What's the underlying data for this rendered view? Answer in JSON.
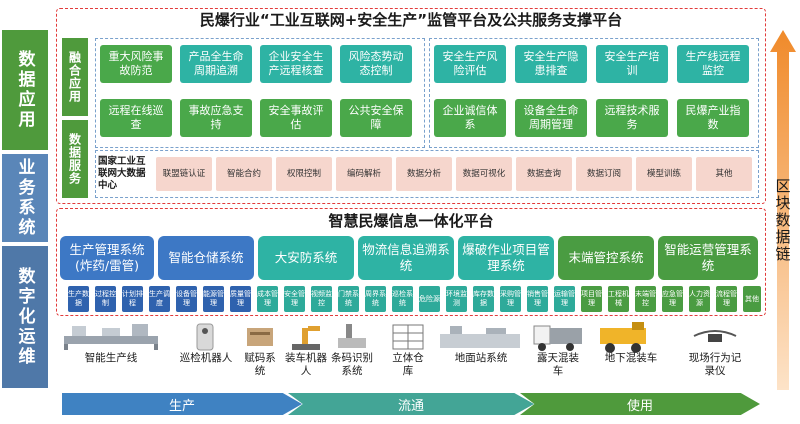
{
  "layers": {
    "data_app": "数据应用",
    "business": "业务系统",
    "digital_ops": "数字化运维"
  },
  "top": {
    "title": "民爆行业“工业互联网+安全生产”监管平台及公共服务支撑平台",
    "side_fusion": "融合应用",
    "side_service": "数据服务",
    "left_tiles": [
      "重大风险事故防范",
      "产品全生命周期追溯",
      "企业安全生产远程核查",
      "风险态势动态控制",
      "远程在线巡查",
      "事故应急支持",
      "安全事故评估",
      "公共安全保障"
    ],
    "right_tiles": [
      "安全生产风险评估",
      "安全生产隐患排查",
      "安全生产培训",
      "生产线远程监控",
      "企业诚信体系",
      "设备全生命周期管理",
      "远程技术服务",
      "民爆产业指数"
    ],
    "data_center": "国家工业互联网大数据中心",
    "services": [
      "联盟链认证",
      "智能合约",
      "权限控制",
      "编码解析",
      "数据分析",
      "数据可视化",
      "数据查询",
      "数据订阅",
      "模型训练",
      "其他"
    ]
  },
  "mid": {
    "title": "智慧民爆信息一体化平台",
    "systems": [
      "生产管理系统(炸药/雷管)",
      "智能仓储系统",
      "大安防系统",
      "物流信息追溯系统",
      "爆破作业项目管理系统",
      "末端管控系统",
      "智能运营管理系统"
    ],
    "modules": [
      "生产数据",
      "过程控制",
      "计划排程",
      "生产调度",
      "设备管理",
      "能源管理",
      "质量管理",
      "成本管理",
      "安全管理",
      "视频监控",
      "门禁系统",
      "周界系统",
      "巡检系统",
      "危险源",
      "环境监测",
      "库存数据",
      "采购管理",
      "销售管理",
      "运输管理",
      "项目管理",
      "工程机械",
      "末端管控",
      "应急管理",
      "人力资源",
      "流程管理",
      "其他"
    ]
  },
  "devices": [
    "智能生产线",
    "巡检机器人",
    "赋码系统",
    "装车机器人",
    "条码识别系统",
    "立体仓库",
    "地面站系统",
    "露天混装车",
    "地下混装车",
    "现场行为记录仪"
  ],
  "flow": [
    "生产",
    "流通",
    "使用"
  ],
  "blockchain": "区块数据链",
  "colors": {
    "green": "#4a9c42",
    "blue": "#3d78c5",
    "teal": "#2eb3a4",
    "pink": "#f6d6cd",
    "red_dash": "#e23b3b",
    "orange": "#f09a3e"
  }
}
